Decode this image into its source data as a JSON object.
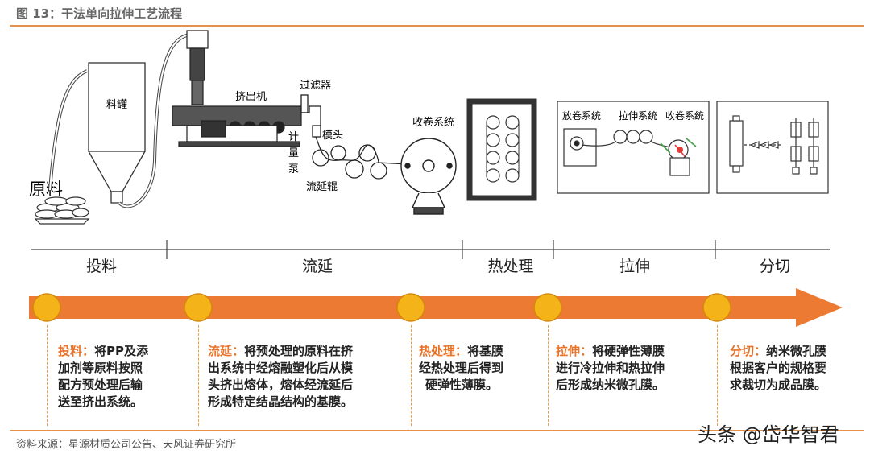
{
  "title": "图 13：干法单向拉伸工艺流程",
  "source": "资料来源：星源材质公司公告、天风证券研究所",
  "watermark": "头条 @岱华智君",
  "diagram_labels": {
    "raw_material": "原料",
    "hopper": "料罐",
    "extruder": "挤出机",
    "filter": "过滤器",
    "die": "模头",
    "metering_pump": "计量泵",
    "casting_roll": "流延辊",
    "winding_1": "收卷系统",
    "unwind": "放卷系统",
    "stretch": "拉伸系统",
    "winding_2": "收卷系统"
  },
  "stages": [
    {
      "label": "投料"
    },
    {
      "label": "流延"
    },
    {
      "label": "热处理"
    },
    {
      "label": "拉伸"
    },
    {
      "label": "分切"
    }
  ],
  "descriptions": [
    {
      "head": "投料",
      "colon": "：",
      "lines": [
        "将PP及添",
        "加剂等原料按照",
        "配方预处理后输",
        "送至挤出系统。"
      ]
    },
    {
      "head": "流延",
      "colon": "：",
      "lines": [
        "将预处理的原料在挤",
        "出系统中经熔融塑化后从模",
        "头挤出熔体，熔体经流延后",
        "形成特定结晶结构的基膜。"
      ]
    },
    {
      "head": "热处理",
      "colon": "：",
      "lines": [
        "将基膜",
        "经热处理后得到",
        "硬弹性薄膜。"
      ]
    },
    {
      "head": "拉伸",
      "colon": "：",
      "lines": [
        "将硬弹性薄膜",
        "进行冷拉伸和热拉伸",
        "后形成纳米微孔膜。"
      ]
    },
    {
      "head": "分切",
      "colon": "：",
      "lines": [
        "纳米微孔膜",
        "根据客户的规格要",
        "求裁切为成品膜。"
      ]
    }
  ],
  "colors": {
    "arrow": "#ec7a32",
    "node": "#f5b31a",
    "accent": "#e8732a"
  }
}
